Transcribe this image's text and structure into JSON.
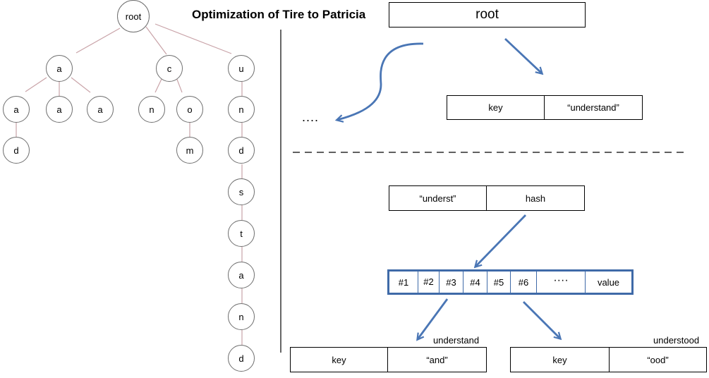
{
  "title": "Optimization of Tire to Patricia",
  "trie": {
    "root": "root",
    "a": "a",
    "a_a1": "a",
    "a_a2": "a",
    "a_a3": "a",
    "a_d": "d",
    "c": "c",
    "c_n": "n",
    "c_o": "o",
    "c_m": "m",
    "u": "u",
    "u_n": "n",
    "u_d": "d",
    "u_s": "s",
    "u_t": "t",
    "u_a": "a",
    "u_n2": "n",
    "u_d2": "d"
  },
  "patricia_top": {
    "root_label": "root",
    "ellipsis": "....",
    "key": "key",
    "value": "“understand”"
  },
  "patricia_bottom": {
    "prefix": "“underst”",
    "hash": "hash",
    "slots": [
      "#1",
      "#2",
      "#3",
      "#4",
      "#5",
      "#6",
      "····",
      "value"
    ],
    "left_caption": "understand",
    "left_key": "key",
    "left_value": "“and”",
    "right_caption": "understood",
    "right_key": "key",
    "right_value": "“ood”"
  },
  "colors": {
    "arrow": "#4a76b5",
    "tree_edge": "#c9a3a8",
    "slot_border": "#3f6aa8"
  }
}
